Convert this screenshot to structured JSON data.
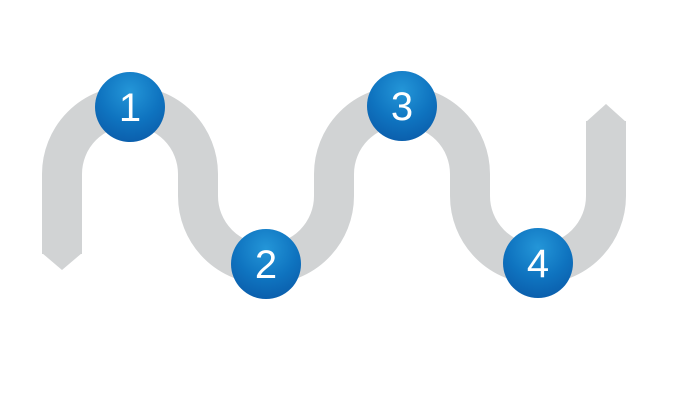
{
  "diagram": {
    "background_color": "#ffffff",
    "path_color": "#d1d3d4",
    "node_gradient_top": "#2496d8",
    "node_gradient_mid": "#0f74c0",
    "node_gradient_bottom": "#0a5ba9",
    "node_text_color": "#ffffff",
    "steps": [
      {
        "label": "1",
        "position": "top"
      },
      {
        "label": "2",
        "position": "bottom"
      },
      {
        "label": "3",
        "position": "top"
      },
      {
        "label": "4",
        "position": "bottom"
      }
    ]
  }
}
